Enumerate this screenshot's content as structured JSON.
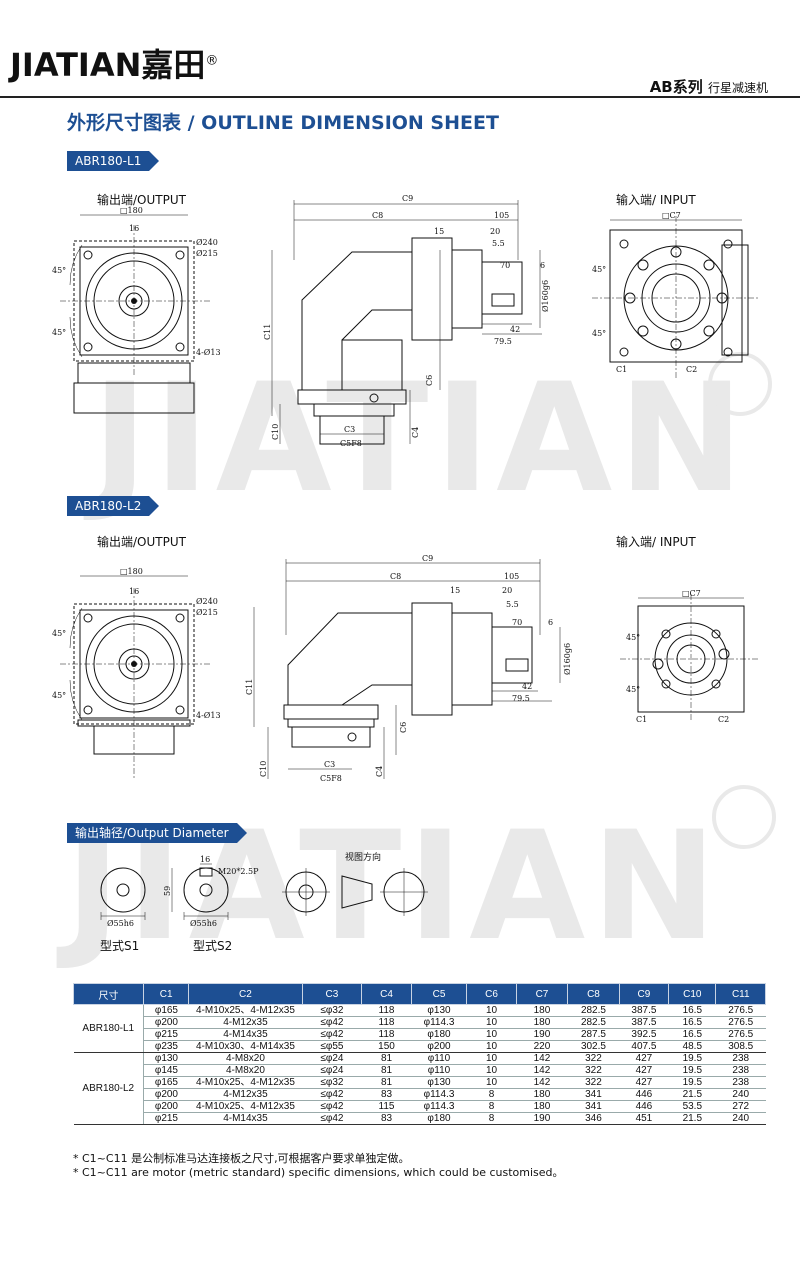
{
  "header": {
    "brand": "JIATIAN",
    "brand_cn": "嘉田",
    "reg": "®",
    "series": "AB系列",
    "series_sub": "行星减速机"
  },
  "title": "外形尺寸图表 / OUTLINE DIMENSION SHEET",
  "watermark": "JIATIAN",
  "sections": {
    "l1": {
      "tag": "ABR180-L1",
      "output_label": "输出端/OUTPUT",
      "input_label": "输入端/ INPUT"
    },
    "l2": {
      "tag": "ABR180-L2",
      "output_label": "输出端/OUTPUT",
      "input_label": "输入端/ INPUT"
    },
    "diameter": {
      "tag": "输出轴径/Output Diameter",
      "type_s1": "型式S1",
      "type_s2": "型式S2",
      "view_dir": "视图方向"
    }
  },
  "dims": {
    "sq180": "□180",
    "d16": "16",
    "d240": "Ø240",
    "d215": "Ø215",
    "holes": "4-Ø13",
    "a45": "45°",
    "c9": "C9",
    "c8": "C8",
    "d105": "105",
    "d15": "15",
    "d20": "20",
    "d55": "5.5",
    "d70": "70",
    "d6": "6",
    "d160": "Ø160g6",
    "d42": "42",
    "d795": "79.5",
    "c11": "C11",
    "c10": "C10",
    "c3": "C3",
    "c5": "C5F8",
    "c4": "C4",
    "c6": "C6",
    "c7": "□C7",
    "c1": "C1",
    "c2": "C2",
    "m20": "M20*2.5P",
    "d59": "59",
    "d55h6": "Ø55h6",
    "d16b": "16"
  },
  "table": {
    "headers": [
      "尺寸",
      "C1",
      "C2",
      "C3",
      "C4",
      "C5",
      "C6",
      "C7",
      "C8",
      "C9",
      "C10",
      "C11"
    ],
    "groups": [
      {
        "model": "ABR180-L1",
        "rows": [
          [
            "φ165",
            "4-M10x25、4-M12x35",
            "≤φ32",
            "118",
            "φ130",
            "10",
            "180",
            "282.5",
            "387.5",
            "16.5",
            "276.5"
          ],
          [
            "φ200",
            "4-M12x35",
            "≤φ42",
            "118",
            "φ114.3",
            "10",
            "180",
            "282.5",
            "387.5",
            "16.5",
            "276.5"
          ],
          [
            "φ215",
            "4-M14x35",
            "≤φ42",
            "118",
            "φ180",
            "10",
            "190",
            "287.5",
            "392.5",
            "16.5",
            "276.5"
          ],
          [
            "φ235",
            "4-M10x30、4-M14x35",
            "≤φ55",
            "150",
            "φ200",
            "10",
            "220",
            "302.5",
            "407.5",
            "48.5",
            "308.5"
          ]
        ]
      },
      {
        "model": "ABR180-L2",
        "rows": [
          [
            "φ130",
            "4-M8x20",
            "≤φ24",
            "81",
            "φ110",
            "10",
            "142",
            "322",
            "427",
            "19.5",
            "238"
          ],
          [
            "φ145",
            "4-M8x20",
            "≤φ24",
            "81",
            "φ110",
            "10",
            "142",
            "322",
            "427",
            "19.5",
            "238"
          ],
          [
            "φ165",
            "4-M10x25、4-M12x35",
            "≤φ32",
            "81",
            "φ130",
            "10",
            "142",
            "322",
            "427",
            "19.5",
            "238"
          ],
          [
            "φ200",
            "4-M12x35",
            "≤φ42",
            "83",
            "φ114.3",
            "8",
            "180",
            "341",
            "446",
            "21.5",
            "240"
          ],
          [
            "φ200",
            "4-M10x25、4-M12x35",
            "≤φ42",
            "115",
            "φ114.3",
            "8",
            "180",
            "341",
            "446",
            "53.5",
            "272"
          ],
          [
            "φ215",
            "4-M14x35",
            "≤φ42",
            "83",
            "φ180",
            "8",
            "190",
            "346",
            "451",
            "21.5",
            "240"
          ]
        ]
      }
    ]
  },
  "notes": [
    "* C1~C11 是公制标准马达连接板之尺寸,可根据客户要求单独定做。",
    "* C1~C11 are motor (metric standard) specific dimensions, which could be customised。"
  ]
}
